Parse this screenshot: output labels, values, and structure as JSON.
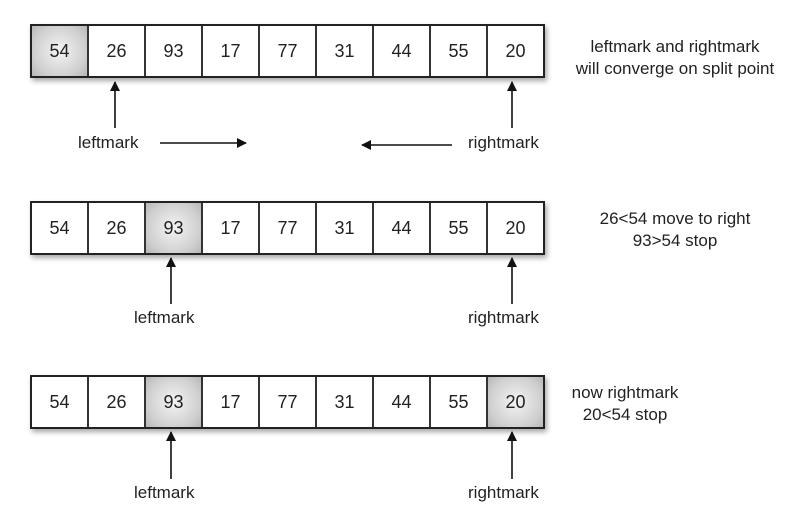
{
  "steps": [
    {
      "values": [
        "54",
        "26",
        "93",
        "17",
        "77",
        "31",
        "44",
        "55",
        "20"
      ],
      "shaded": [
        0
      ],
      "note_lines": [
        "leftmark and rightmark",
        "will converge on split point"
      ],
      "left_label": "leftmark",
      "right_label": "rightmark"
    },
    {
      "values": [
        "54",
        "26",
        "93",
        "17",
        "77",
        "31",
        "44",
        "55",
        "20"
      ],
      "shaded": [
        2
      ],
      "note_lines": [
        "26<54 move to right",
        "93>54 stop"
      ],
      "left_label": "leftmark",
      "right_label": "rightmark"
    },
    {
      "values": [
        "54",
        "26",
        "93",
        "17",
        "77",
        "31",
        "44",
        "55",
        "20"
      ],
      "shaded": [
        2,
        8
      ],
      "note_lines": [
        "now rightmark",
        "20<54 stop"
      ],
      "left_label": "leftmark",
      "right_label": "rightmark"
    }
  ]
}
